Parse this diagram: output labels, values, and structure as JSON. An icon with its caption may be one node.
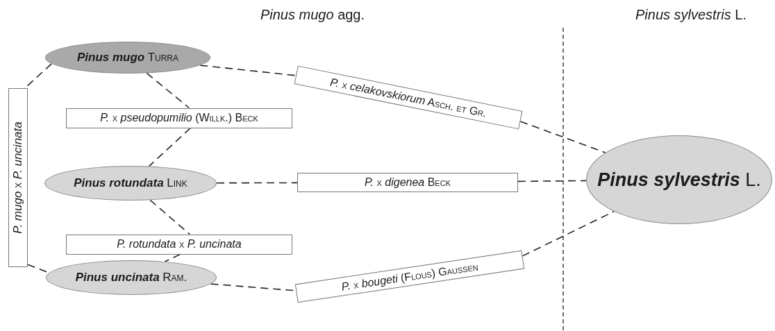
{
  "diagram": {
    "nodes": [
      {
        "text": [
          "**Pinus mugo** Turra"
        ]
      },
      {
        "text": [
          "**Pinus rotundata** Link"
        ]
      },
      {
        "text": [
          "**Pinus uncinata** Ram."
        ]
      },
      {
        "text": [
          "**Pinus sylvestris** L."
        ]
      },
      {
        "text": [
          "*P. mugo* x *P. uncinata*"
        ]
      },
      {
        "text": [
          "*P.* x *pseudopumilio* (Willk.) Beck"
        ]
      },
      {
        "text": [
          "*P. rotundata* x *P. uncinata*"
        ]
      },
      {
        "text": [
          "*P.* x *celakovskiorum* Asch. et Gr."
        ]
      },
      {
        "text": [
          "*P.* x *digenea*  Beck"
        ]
      },
      {
        "text": [
          "*P.* x *bougeti* (Flous) Gaussen"
        ]
      }
    ],
    "edges": [
      {
        "from": 0,
        "to": 4,
        "arrow": "none",
        "style": "dashed"
      },
      {
        "from": 4,
        "to": 2,
        "arrow": "none",
        "style": "dashed"
      },
      {
        "from": 0,
        "to": 5,
        "arrow": "none",
        "style": "dashed"
      },
      {
        "from": 5,
        "to": 1,
        "arrow": "none",
        "style": "dashed"
      },
      {
        "from": 1,
        "to": 6,
        "arrow": "none",
        "style": "dashed"
      },
      {
        "from": 6,
        "to": 2,
        "arrow": "none",
        "style": "dashed"
      },
      {
        "from": 0,
        "to": 7,
        "arrow": "none",
        "style": "dashed"
      },
      {
        "from": 7,
        "to": 3,
        "arrow": "none",
        "style": "dashed"
      },
      {
        "from": 1,
        "to": 8,
        "arrow": "none",
        "style": "dashed"
      },
      {
        "from": 8,
        "to": 3,
        "arrow": "none",
        "style": "dashed"
      },
      {
        "from": 2,
        "to": 9,
        "arrow": "none",
        "style": "dashed"
      },
      {
        "from": 9,
        "to": 3,
        "arrow": "none",
        "style": "dashed"
      }
    ],
    "labels": [
      "*Pinus mugo* agg.",
      "*Pinus sylvestris* L."
    ]
  }
}
